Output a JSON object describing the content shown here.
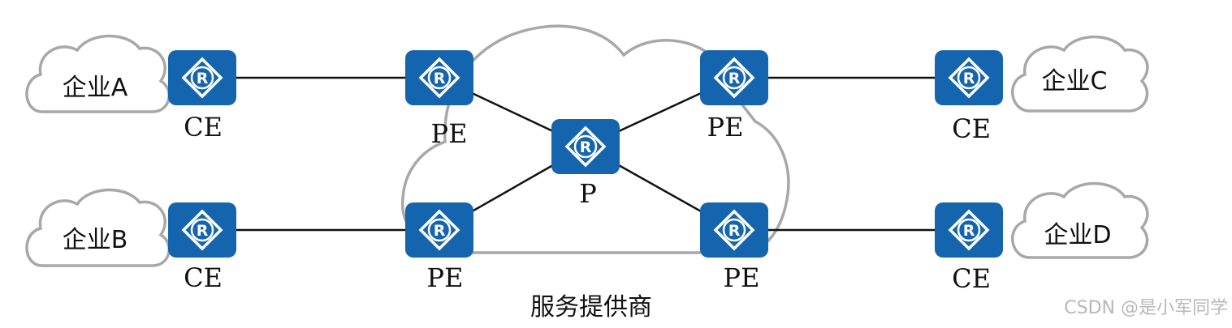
{
  "provider_label": "服务提供商",
  "watermark": "CSDN @是小军同学",
  "colors": {
    "router": "#1565ae",
    "cloud_stroke": "#a8a8a8",
    "link": "#111111"
  },
  "enterprises": [
    {
      "id": "a",
      "label": "企业A"
    },
    {
      "id": "b",
      "label": "企业B"
    },
    {
      "id": "c",
      "label": "企业C"
    },
    {
      "id": "d",
      "label": "企业D"
    }
  ],
  "routers": [
    {
      "id": "ce-a",
      "label": "CE",
      "icon": "router-icon"
    },
    {
      "id": "ce-b",
      "label": "CE",
      "icon": "router-icon"
    },
    {
      "id": "pe-1",
      "label": "PE",
      "icon": "router-icon"
    },
    {
      "id": "pe-2",
      "label": "PE",
      "icon": "router-icon"
    },
    {
      "id": "p",
      "label": "P",
      "icon": "router-icon"
    },
    {
      "id": "pe-3",
      "label": "PE",
      "icon": "router-icon"
    },
    {
      "id": "pe-4",
      "label": "PE",
      "icon": "router-icon"
    },
    {
      "id": "ce-c",
      "label": "CE",
      "icon": "router-icon"
    },
    {
      "id": "ce-d",
      "label": "CE",
      "icon": "router-icon"
    }
  ]
}
